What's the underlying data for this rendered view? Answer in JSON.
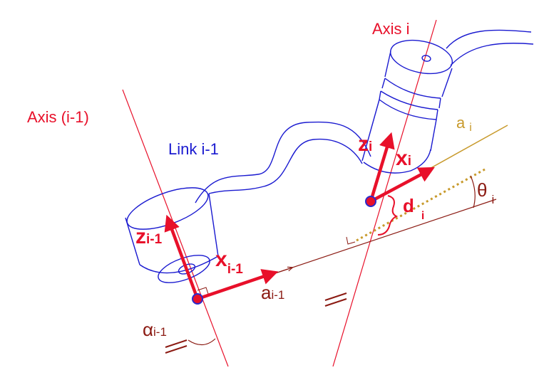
{
  "labels": {
    "axis_i": "Axis i",
    "axis_i_minus_1": "Axis (i-1)",
    "link": "Link i-1",
    "z_prev": "z",
    "z_prev_sub": "i-1",
    "x_prev": "x",
    "x_prev_sub": "i-1",
    "z_cur": "z",
    "z_cur_sub": "i",
    "x_cur": "x",
    "x_cur_sub": "i",
    "a_prev": "a",
    "a_prev_sub": "i-1",
    "a_cur": "a",
    "a_cur_sub": "i",
    "alpha": "α",
    "alpha_sub": "i-1",
    "d": "d",
    "d_sub": "i",
    "theta": "θ",
    "theta_sub": "i"
  },
  "colors": {
    "frame_red": "#e8102a",
    "link_blue": "#1a1ad0",
    "dark_red": "#8b1a12",
    "gold": "#c89a2c"
  }
}
